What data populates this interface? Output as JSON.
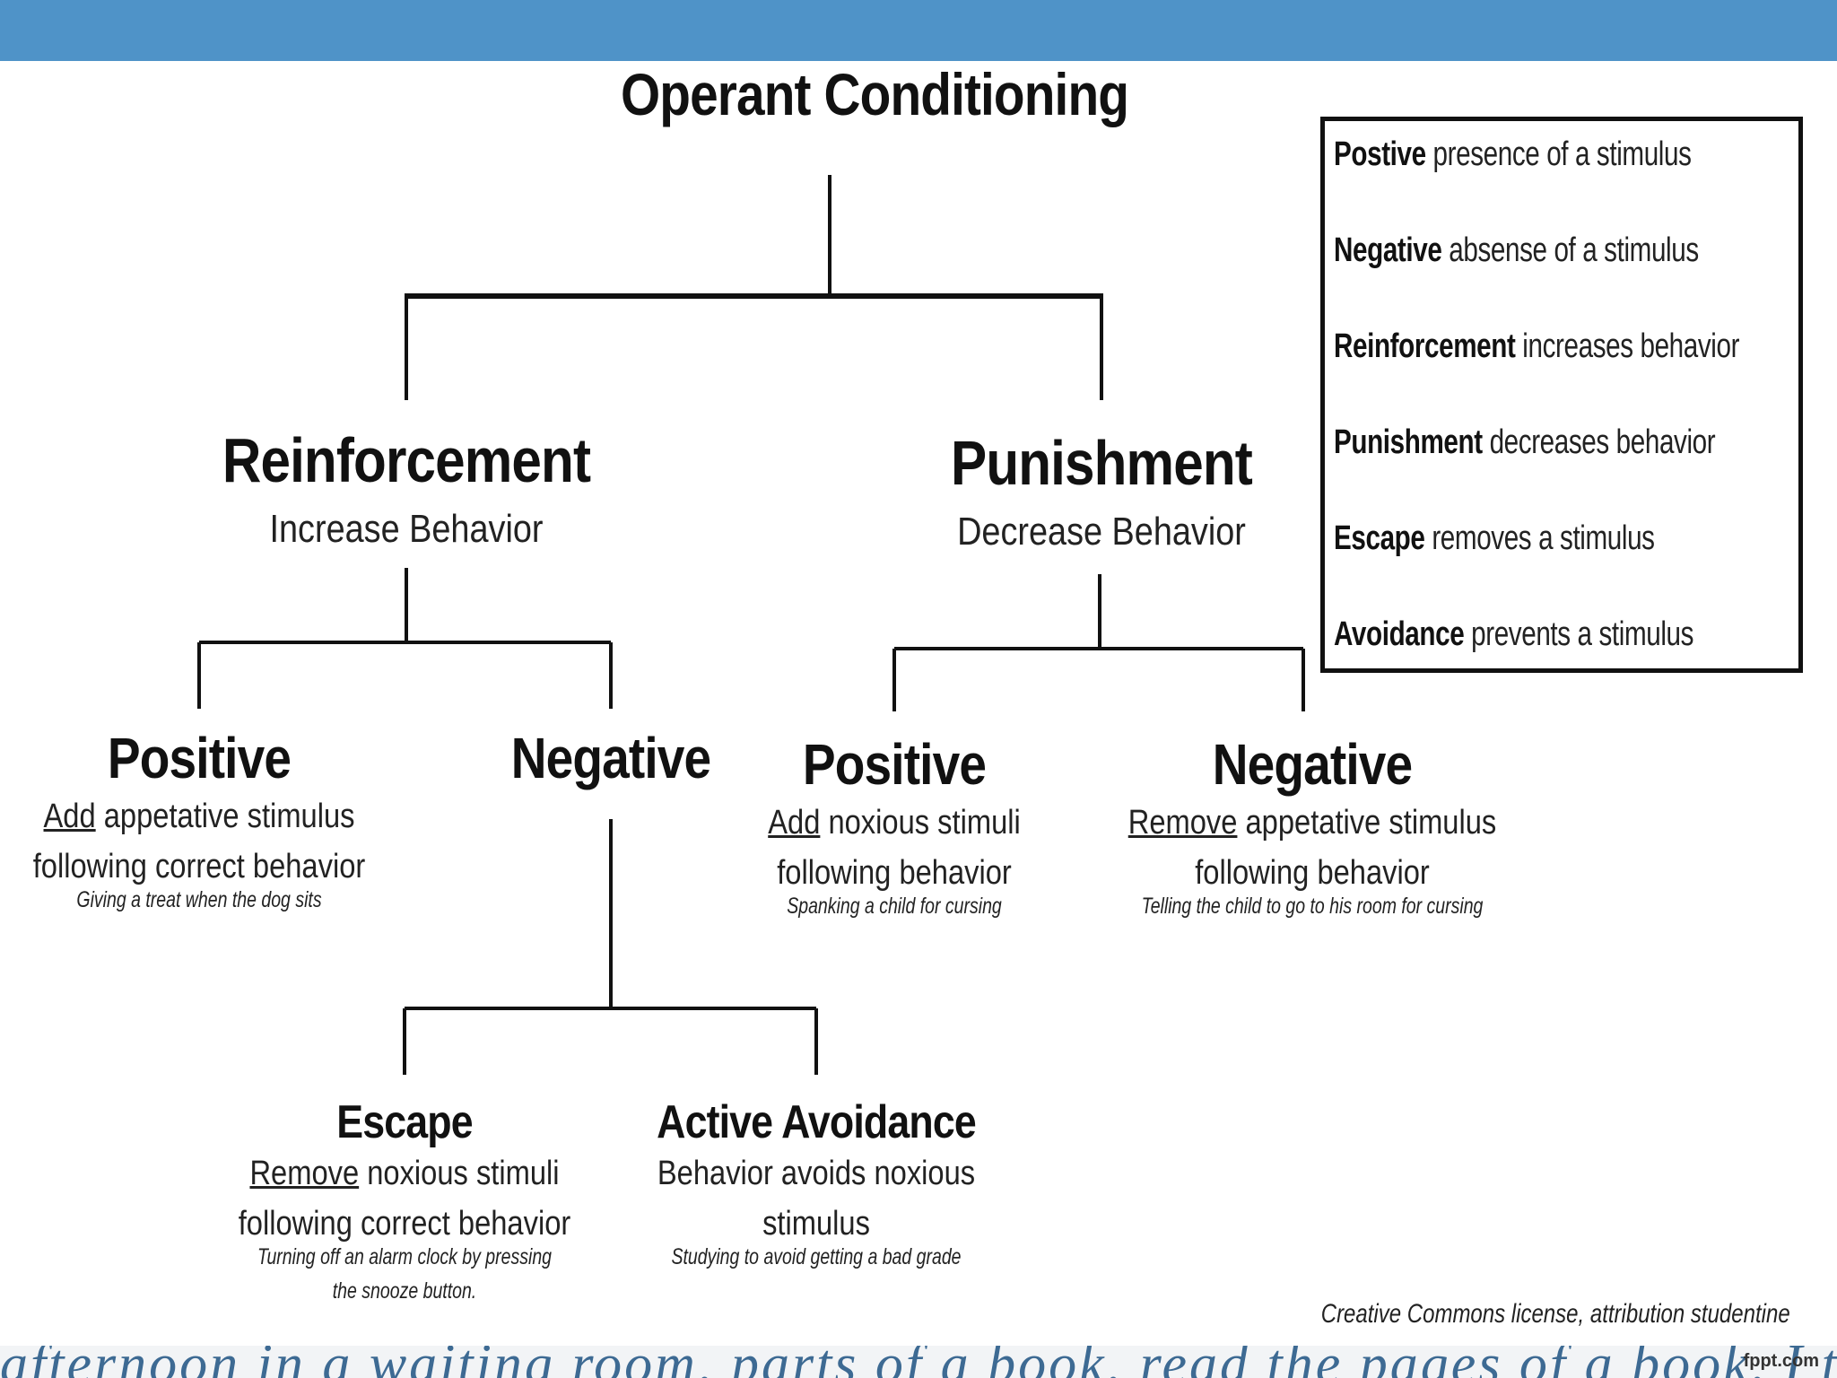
{
  "diagram": {
    "root": {
      "title": "Operant Conditioning"
    },
    "reinforcement": {
      "title": "Reinforcement",
      "subtitle": "Increase Behavior"
    },
    "punishment": {
      "title": "Punishment",
      "subtitle": "Decrease Behavior"
    },
    "reinforcement_positive": {
      "title": "Positive",
      "line1_u": "Add",
      "line1_rest": " appetative stimulus",
      "line2": "following correct behavior",
      "example": "Giving a treat when the dog sits"
    },
    "reinforcement_negative": {
      "title": "Negative"
    },
    "punishment_positive": {
      "title": "Positive",
      "line1_u": "Add",
      "line1_rest": " noxious stimuli",
      "line2": "following behavior",
      "example": "Spanking a child for cursing"
    },
    "punishment_negative": {
      "title": "Negative",
      "line1_u": "Remove",
      "line1_rest": " appetative stimulus",
      "line2": "following behavior",
      "example": "Telling the child to go to his room for cursing"
    },
    "escape": {
      "title": "Escape",
      "line1_u": "Remove",
      "line1_rest": " noxious stimuli",
      "line2": "following correct behavior",
      "example1": "Turning off an alarm clock by pressing",
      "example2": "the snooze button."
    },
    "active_avoidance": {
      "title": "Active Avoidance",
      "line1": "Behavior avoids noxious",
      "line2": "stimulus",
      "example": "Studying to avoid getting a bad grade"
    }
  },
  "legend": [
    {
      "term": "Postive",
      "definition": " presence of a stimulus"
    },
    {
      "term": "Negative",
      "definition": " absense of a stimulus"
    },
    {
      "term": "Reinforcement",
      "definition": " increases behavior"
    },
    {
      "term": "Punishment",
      "definition": " decreases behavior"
    },
    {
      "term": "Escape",
      "definition": " removes a stimulus"
    },
    {
      "term": "Avoidance",
      "definition": " prevents a stimulus"
    }
  ],
  "credit": "Creative Commons license, attribution studentine",
  "footer": {
    "background_text": "afternoon in a waiting room, parts of a book, read the pages of a book, I turn through the paragraphs and turn",
    "source": "fppt.com"
  },
  "colors": {
    "top_bar": "#4f93c8",
    "lines": "#111111",
    "footer_text": "#3d6a93"
  }
}
